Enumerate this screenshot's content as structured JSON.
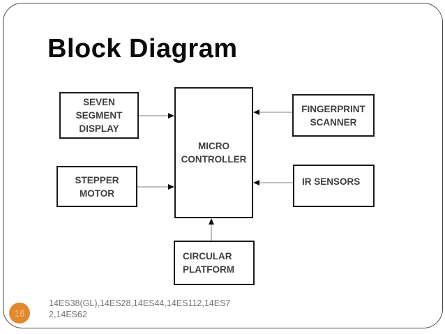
{
  "slide": {
    "title": "Block Diagram",
    "page_number": "16",
    "footer": "14ES38(GL),14ES28,14ES44,14ES112,14ES7\n2,14ES62"
  },
  "diagram": {
    "nodes": {
      "seven_segment_display": {
        "label": "SEVEN\nSEGMENT\nDISPLAY"
      },
      "stepper_motor": {
        "label": "STEPPER\nMOTOR"
      },
      "micro_controller": {
        "label": "MICRO\nCONTROLLER"
      },
      "fingerprint_scanner": {
        "label": "FINGERPRINT\nSCANNER"
      },
      "ir_sensors": {
        "label": "IR SENSORS"
      },
      "circular_platform": {
        "label": "CIRCULAR\nPLATFORM"
      }
    },
    "edges": [
      {
        "from": "seven_segment_display",
        "to": "micro_controller"
      },
      {
        "from": "stepper_motor",
        "to": "micro_controller"
      },
      {
        "from": "fingerprint_scanner",
        "to": "micro_controller"
      },
      {
        "from": "ir_sensors",
        "to": "micro_controller"
      },
      {
        "from": "circular_platform",
        "to": "micro_controller"
      }
    ]
  },
  "colors": {
    "badge_background": "#E2892F",
    "badge_text": "#F2C590",
    "arrow_line": "#9a9a9a",
    "arrow_head": "#111111",
    "box_border": "#1a1a1a",
    "box_text": "#3f3f3f",
    "footer_text": "#757575",
    "title_text": "#0a0a0a",
    "border_line": "#4a4a4a"
  }
}
